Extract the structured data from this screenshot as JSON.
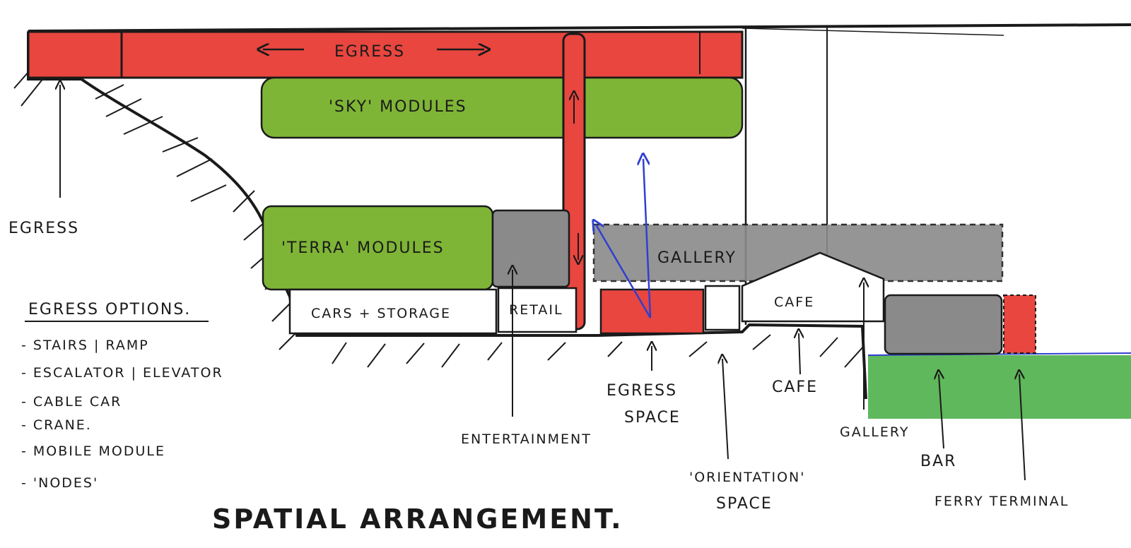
{
  "diagram": {
    "title": "SPATIAL ARRANGEMENT.",
    "blocks": {
      "egress_top": "EGRESS",
      "sky_modules": "'SKY' MODULES",
      "terra_modules": "'TERRA' MODULES",
      "gallery": "GALLERY",
      "cars_storage": "CARS + STORAGE",
      "retail": "RETAIL",
      "cafe": "CAFE"
    },
    "annotations": {
      "egress_left": "EGRESS",
      "egress_space_1": "EGRESS",
      "egress_space_2": "SPACE",
      "entertainment": "ENTERTAINMENT",
      "orientation_1": "'ORIENTATION'",
      "orientation_2": "SPACE",
      "cafe": "CAFE",
      "gallery": "GALLERY",
      "bar": "BAR",
      "ferry_terminal": "FERRY TERMINAL"
    },
    "egress_options": {
      "heading": "EGRESS OPTIONS.",
      "items": [
        "- STAIRS | RAMP",
        "- ESCALATOR | ELEVATOR",
        "- CABLE CAR",
        "- CRANE.",
        "- MOBILE MODULE",
        "- 'NODES'"
      ]
    },
    "colors": {
      "egress": "#e8463f",
      "modules": "#7fb536",
      "gallery": "#8a8a8a",
      "water": "#4fb04a",
      "ink": "#1a1a1a",
      "arrow_blue": "#2f3fd0"
    }
  }
}
